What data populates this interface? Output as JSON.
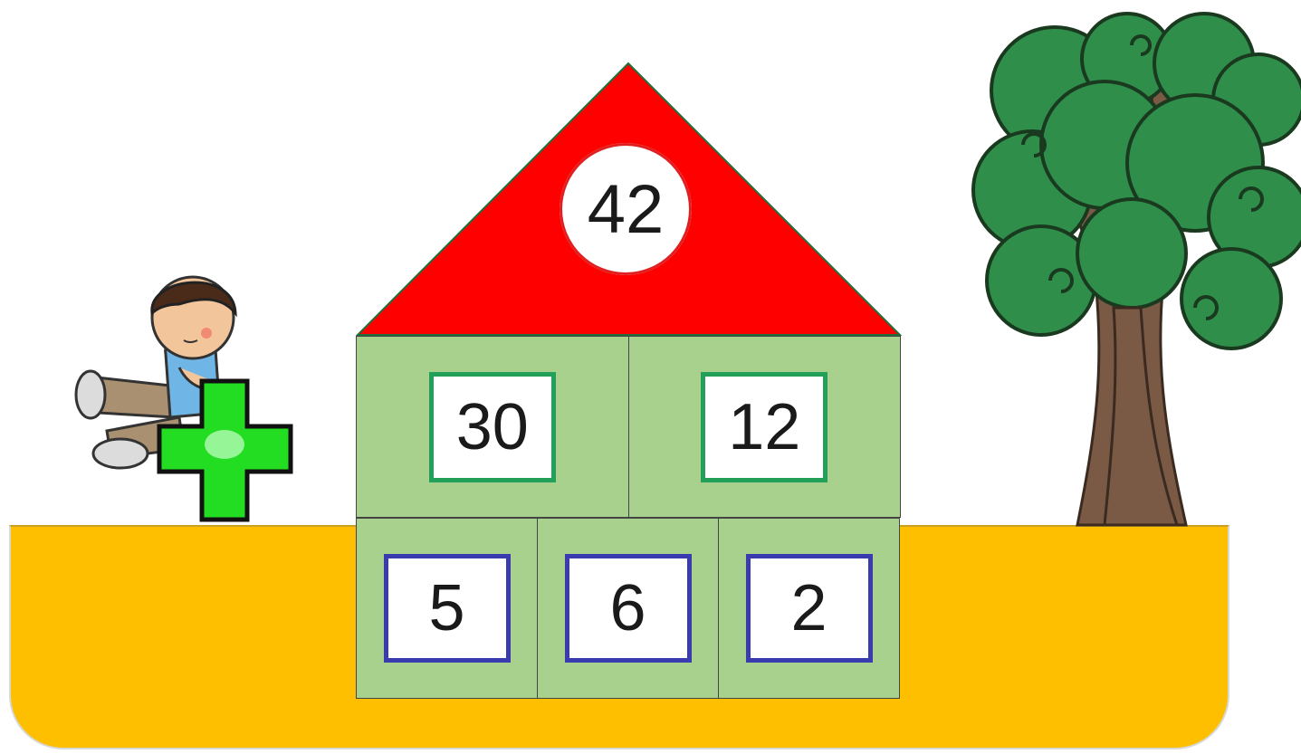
{
  "house": {
    "roof_value": "42",
    "middle": [
      "30",
      "12"
    ],
    "bottom": [
      "5",
      "6",
      "2"
    ]
  },
  "colors": {
    "roof": "#ff0000",
    "walls": "#a9d18e",
    "ground": "#fdbf00",
    "middle_border": "#22a05a",
    "bottom_border": "#3b3bb0",
    "plus_sign": "#22dd22"
  },
  "icons": [
    "boy-character-icon",
    "plus-sign-icon",
    "tree-icon"
  ]
}
